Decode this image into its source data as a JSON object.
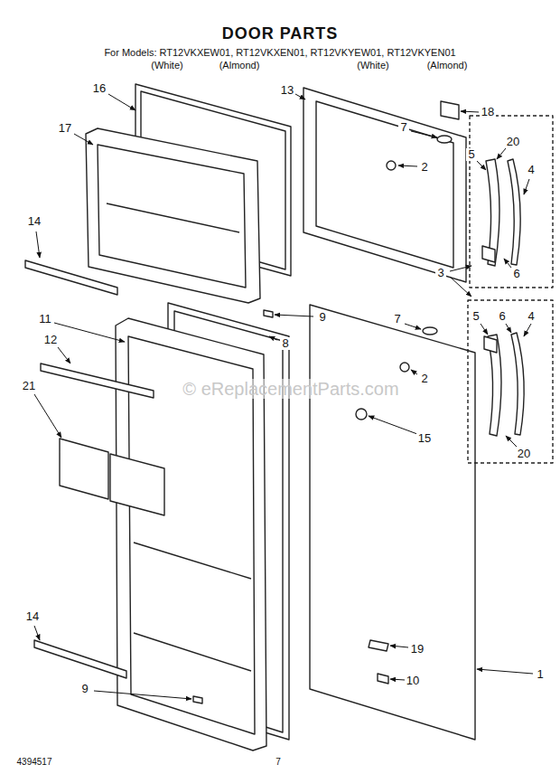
{
  "diagram": {
    "title": "DOOR PARTS",
    "labels": [
      "For Models: RT12VKXEW01, RT12VKXEN01, RT12VKYEW01, RT12VKYEN01",
      "(White)",
      "(Almond)",
      "(White)",
      "(Almond)",
      "16",
      "17",
      "13",
      "18",
      "7",
      "2",
      "20",
      "5",
      "4",
      "6",
      "3",
      "14",
      "9",
      "8",
      "11",
      "12",
      "21",
      "7",
      "5",
      "6",
      "4",
      "2",
      "15",
      "20",
      "1",
      "19",
      "10",
      "14",
      "9",
      "© eReplacementParts.com",
      "4394517",
      "7"
    ]
  }
}
